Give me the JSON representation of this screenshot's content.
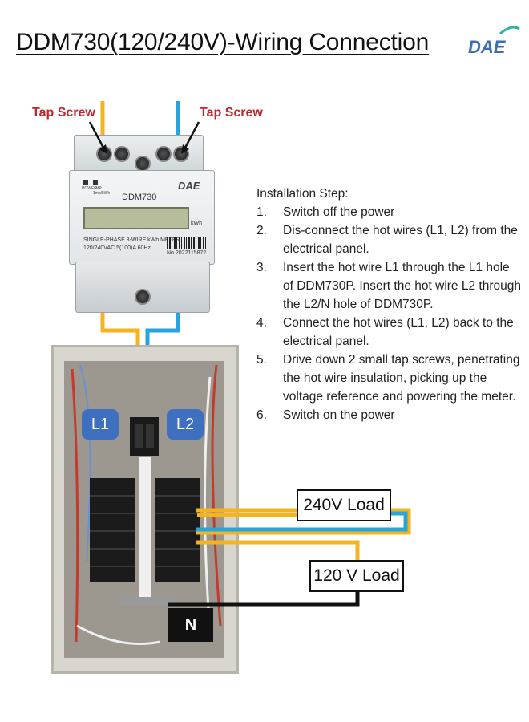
{
  "title": "DDM730(120/240V)-Wiring Connection",
  "logo": "DAE",
  "tap_screw_label": "Tap Screw",
  "meter": {
    "brand": "DAE",
    "model": "DDM730",
    "unit": "kWh",
    "spec_line1": "SINGLE-PHASE 3-WIRE kWh METER",
    "spec_line2": "120/240VAC 5(100)A 60Hz",
    "serial": "No.2022115872",
    "indicator_labels": [
      "POWER",
      "IMP",
      "1mp/kWh"
    ]
  },
  "labels": {
    "l1": "L1",
    "l2": "L2",
    "load_240": "240V Load",
    "load_120": "120 V Load",
    "neutral": "N"
  },
  "instructions": {
    "heading": "Installation Step:",
    "steps": [
      {
        "num": "1.",
        "text": "Switch off the power"
      },
      {
        "num": "2.",
        "text": "Dis-connect the hot wires (L1, L2) from the electrical panel."
      },
      {
        "num": "3.",
        "text": "Insert the hot wire L1 through the L1 hole of DDM730P. Insert the hot wire L2 through the L2/N hole of DDM730P."
      },
      {
        "num": "4.",
        "text": "Connect the hot wires (L1, L2) back to the electrical panel."
      },
      {
        "num": "5.",
        "text": "Drive down 2 small tap screws, penetrating the hot wire insulation, picking up the voltage reference and powering the meter."
      },
      {
        "num": "6.",
        "text": "Switch on the power"
      }
    ]
  },
  "colors": {
    "wire_l1": "#f5b41e",
    "wire_l2": "#27a4dd",
    "wire_neutral": "#111111",
    "tag_blue": "#3f6fbf",
    "tap_label": "#c4252d"
  }
}
